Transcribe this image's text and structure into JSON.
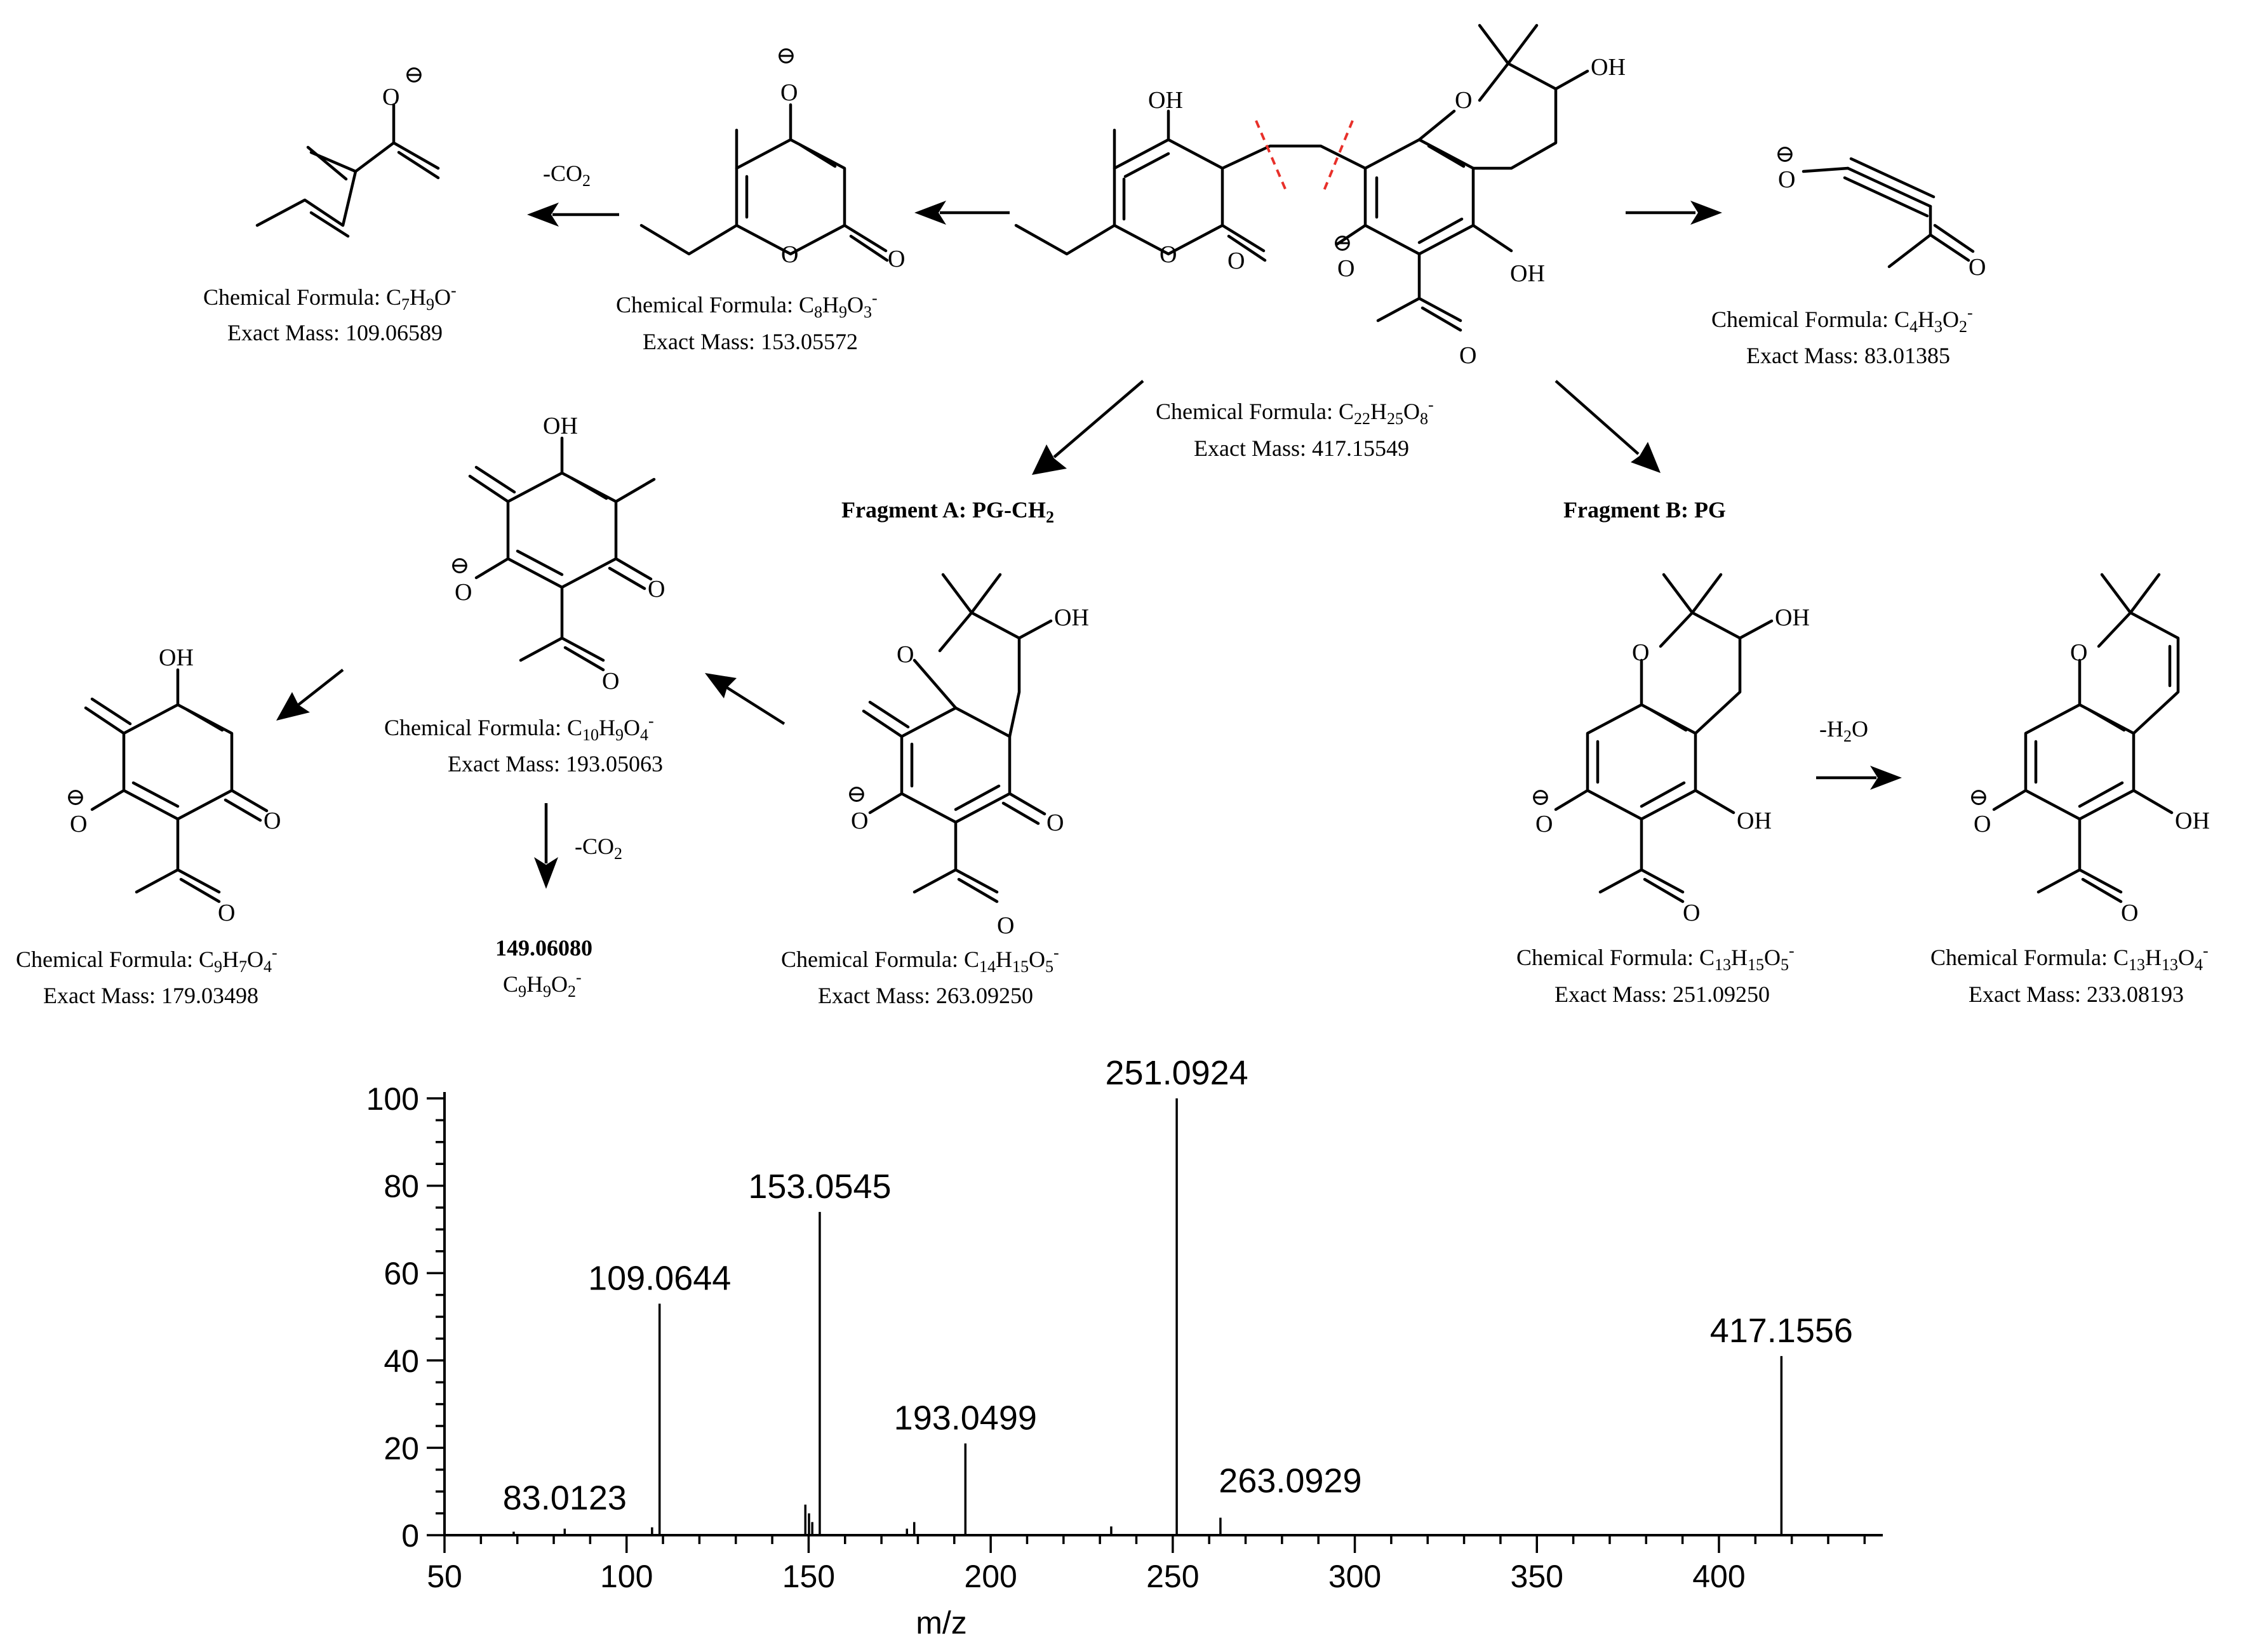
{
  "parent": {
    "formula_prefix": "Chemical Formula: C",
    "sub1": "22",
    "mid1": "H",
    "sub2": "25",
    "mid2": "O",
    "sub3": "8",
    "charge": "-",
    "mass": "Exact Mass: 417.15549"
  },
  "fragment_a_title": {
    "text": "Fragment A: PG-CH",
    "sub": "2"
  },
  "fragment_b_title": {
    "text": "Fragment B: PG"
  },
  "c8": {
    "formula_prefix": "Chemical Formula: C",
    "sub1": "8",
    "mid1": "H",
    "sub2": "9",
    "mid2": "O",
    "sub3": "3",
    "charge": "-",
    "mass": "Exact Mass: 153.05572"
  },
  "c7": {
    "formula_prefix": "Chemical Formula: C",
    "sub1": "7",
    "mid1": "H",
    "sub2": "9",
    "mid2": "O",
    "charge": "-",
    "mass": "Exact Mass: 109.06589"
  },
  "c4": {
    "formula_prefix": "Chemical Formula: C",
    "sub1": "4",
    "mid1": "H",
    "sub2": "3",
    "mid2": "O",
    "sub3": "2",
    "charge": "-",
    "mass": "Exact Mass: 83.01385"
  },
  "c14": {
    "formula_prefix": "Chemical Formula: C",
    "sub1": "14",
    "mid1": "H",
    "sub2": "15",
    "mid2": "O",
    "sub3": "5",
    "charge": "-",
    "mass": "Exact Mass: 263.09250"
  },
  "c10": {
    "formula_prefix": "Chemical Formula: C",
    "sub1": "10",
    "mid1": "H",
    "sub2": "9",
    "mid2": "O",
    "sub3": "4",
    "charge": "-",
    "mass": "Exact Mass: 193.05063"
  },
  "c9": {
    "formula_prefix": "Chemical Formula: C",
    "sub1": "9",
    "mid1": "H",
    "sub2": "7",
    "mid2": "O",
    "sub3": "4",
    "charge": "-",
    "mass": "Exact Mass: 179.03498"
  },
  "c9b": {
    "mass": "149.06080",
    "f1": "C",
    "sub1": "9",
    "f2": "H",
    "sub2": "9",
    "f3": "O",
    "sub3": "2",
    "charge": "-"
  },
  "c13a": {
    "formula_prefix": "Chemical Formula: C",
    "sub1": "13",
    "mid1": "H",
    "sub2": "15",
    "mid2": "O",
    "sub3": "5",
    "charge": "-",
    "mass": "Exact Mass: 251.09250"
  },
  "c13b": {
    "formula_prefix": "Chemical Formula: C",
    "sub1": "13",
    "mid1": "H",
    "sub2": "13",
    "mid2": "O",
    "sub3": "4",
    "charge": "-",
    "mass": "Exact Mass: 233.08193"
  },
  "arrows": {
    "co2_top": {
      "pre": "-CO",
      "sub": "2"
    },
    "co2_mid": {
      "pre": "-CO",
      "sub": "2"
    },
    "h2o": {
      "pre": "-H",
      "sub": "2",
      "post": "O"
    }
  },
  "atoms": {
    "oh": "OH",
    "o": "O",
    "minus_circle": "⊖"
  },
  "chart_data": {
    "type": "bar",
    "xlabel": "m/z",
    "ylabel": "",
    "xlim": [
      50,
      445
    ],
    "ylim": [
      0,
      100
    ],
    "xticks": [
      50,
      100,
      150,
      200,
      250,
      300,
      350,
      400
    ],
    "yticks": [
      0,
      20,
      40,
      60,
      80,
      100
    ],
    "x_minor_step": 10,
    "y_minor_step": 5,
    "peaks": [
      {
        "mz": 83.0123,
        "intensity": 1.5,
        "label": "83.0123"
      },
      {
        "mz": 109.0644,
        "intensity": 53,
        "label": "109.0644"
      },
      {
        "mz": 153.0545,
        "intensity": 74,
        "label": "153.0545"
      },
      {
        "mz": 193.0499,
        "intensity": 21,
        "label": "193.0499"
      },
      {
        "mz": 251.0924,
        "intensity": 100,
        "label": "251.0924"
      },
      {
        "mz": 263.0929,
        "intensity": 4,
        "label": "263.0929"
      },
      {
        "mz": 417.1556,
        "intensity": 41,
        "label": "417.1556"
      },
      {
        "mz": 69.0,
        "intensity": 0.8
      },
      {
        "mz": 107.0,
        "intensity": 1.8
      },
      {
        "mz": 149.1,
        "intensity": 7
      },
      {
        "mz": 150.1,
        "intensity": 5
      },
      {
        "mz": 151.0,
        "intensity": 3
      },
      {
        "mz": 177.0,
        "intensity": 1.5
      },
      {
        "mz": 179.0,
        "intensity": 3
      },
      {
        "mz": 233.1,
        "intensity": 2
      }
    ]
  }
}
